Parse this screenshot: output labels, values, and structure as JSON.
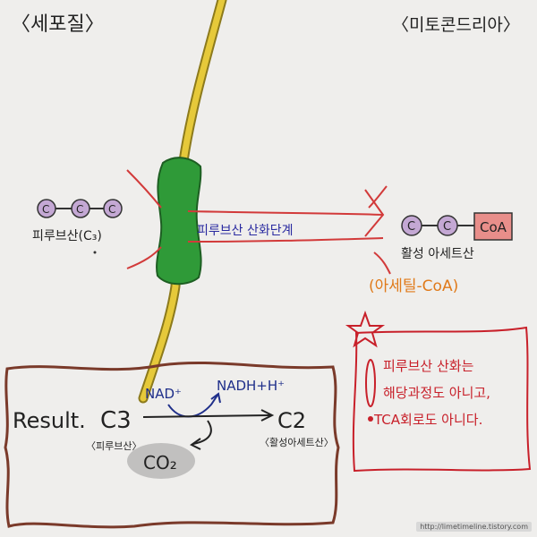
{
  "labels": {
    "cytoplasm": "〈세포질〉",
    "mitochondria": "〈미토콘드리아〉",
    "pyruvate": "피루브산(C₃)",
    "step": "피루브산   산화단계",
    "acetyl_title": "활성 아세트산",
    "acetyl_paren": "(아세틸-CoA)",
    "coa": "CoA",
    "molecule_c": "C"
  },
  "result": {
    "label": "Result.",
    "c3": "C3",
    "c3_sub": "〈피루브산〉",
    "c2": "C2",
    "c2_sub": "〈활성아세트산〉",
    "nad": "NAD⁺",
    "nadh": "NADH+H⁺",
    "co2": "CO₂"
  },
  "note": {
    "line1": "피루브산  산화는",
    "line2": "해당과정도 아니고,",
    "line3": "TCA회로도 아니다."
  },
  "watermark": "http://limetimeline.tistory.com",
  "colors": {
    "membrane": "#e6c93a",
    "channel": "#2f9a38",
    "molecule_fill": "#c4a8d4",
    "arrow": "#d23a3a",
    "note": "#c8202a",
    "step_text": "#2a2aa0",
    "blue": "#1f2f8a"
  }
}
